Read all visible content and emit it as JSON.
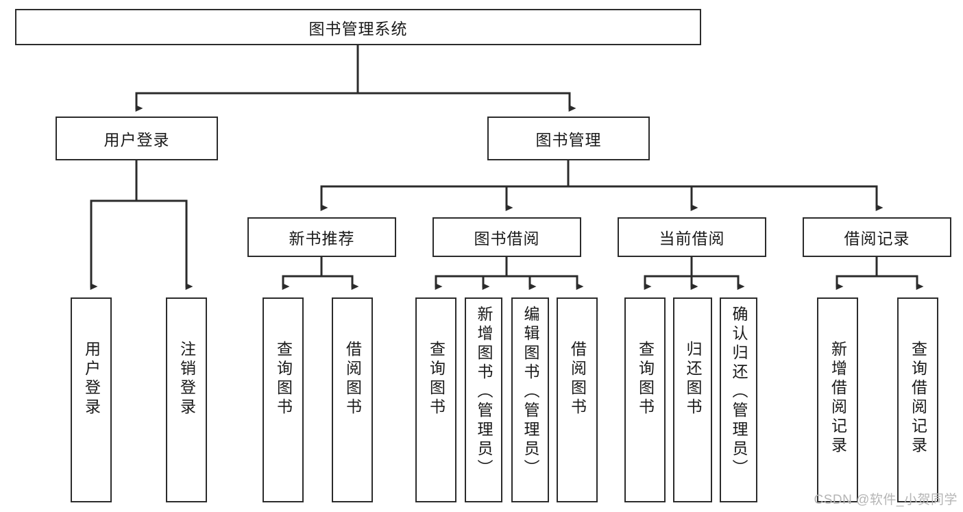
{
  "diagram": {
    "type": "tree",
    "title": "图书管理系统",
    "colors": {
      "box_border": "#2b2b2b",
      "box_fill": "#ffffff",
      "line": "#2b2b2b",
      "text": "#1a1a1a",
      "watermark": "#b5b5b5"
    },
    "root": {
      "label": "图书管理系统"
    },
    "level2": [
      {
        "id": "user-login",
        "label": "用户登录"
      },
      {
        "id": "book-manage",
        "label": "图书管理"
      }
    ],
    "level3": [
      {
        "id": "new-book-recommend",
        "label": "新书推荐"
      },
      {
        "id": "book-borrow",
        "label": "图书借阅"
      },
      {
        "id": "current-borrow",
        "label": "当前借阅"
      },
      {
        "id": "borrow-record",
        "label": "借阅记录"
      }
    ],
    "leaves": [
      {
        "id": "leaf-user-login",
        "label": "用户登录",
        "parent": "user-login"
      },
      {
        "id": "leaf-user-logout",
        "label": "注销登录",
        "parent": "user-login"
      },
      {
        "id": "leaf-query-book-1",
        "label": "查询图书",
        "parent": "new-book-recommend"
      },
      {
        "id": "leaf-borrow-book-1",
        "label": "借阅图书",
        "parent": "new-book-recommend"
      },
      {
        "id": "leaf-query-book-2",
        "label": "查询图书",
        "parent": "book-borrow"
      },
      {
        "id": "leaf-add-book",
        "label": "新增图书（管理员）",
        "parent": "book-borrow"
      },
      {
        "id": "leaf-edit-book",
        "label": "编辑图书（管理员）",
        "parent": "book-borrow"
      },
      {
        "id": "leaf-borrow-book-2",
        "label": "借阅图书",
        "parent": "book-borrow"
      },
      {
        "id": "leaf-query-book-3",
        "label": "查询图书",
        "parent": "current-borrow"
      },
      {
        "id": "leaf-return-book",
        "label": "归还图书",
        "parent": "current-borrow"
      },
      {
        "id": "leaf-confirm-return",
        "label": "确认归还（管理员）",
        "parent": "current-borrow"
      },
      {
        "id": "leaf-add-record",
        "label": "新增借阅记录",
        "parent": "borrow-record"
      },
      {
        "id": "leaf-query-record",
        "label": "查询借阅记录",
        "parent": "borrow-record"
      }
    ],
    "watermark": "CSDN @软件_小贺同学"
  }
}
